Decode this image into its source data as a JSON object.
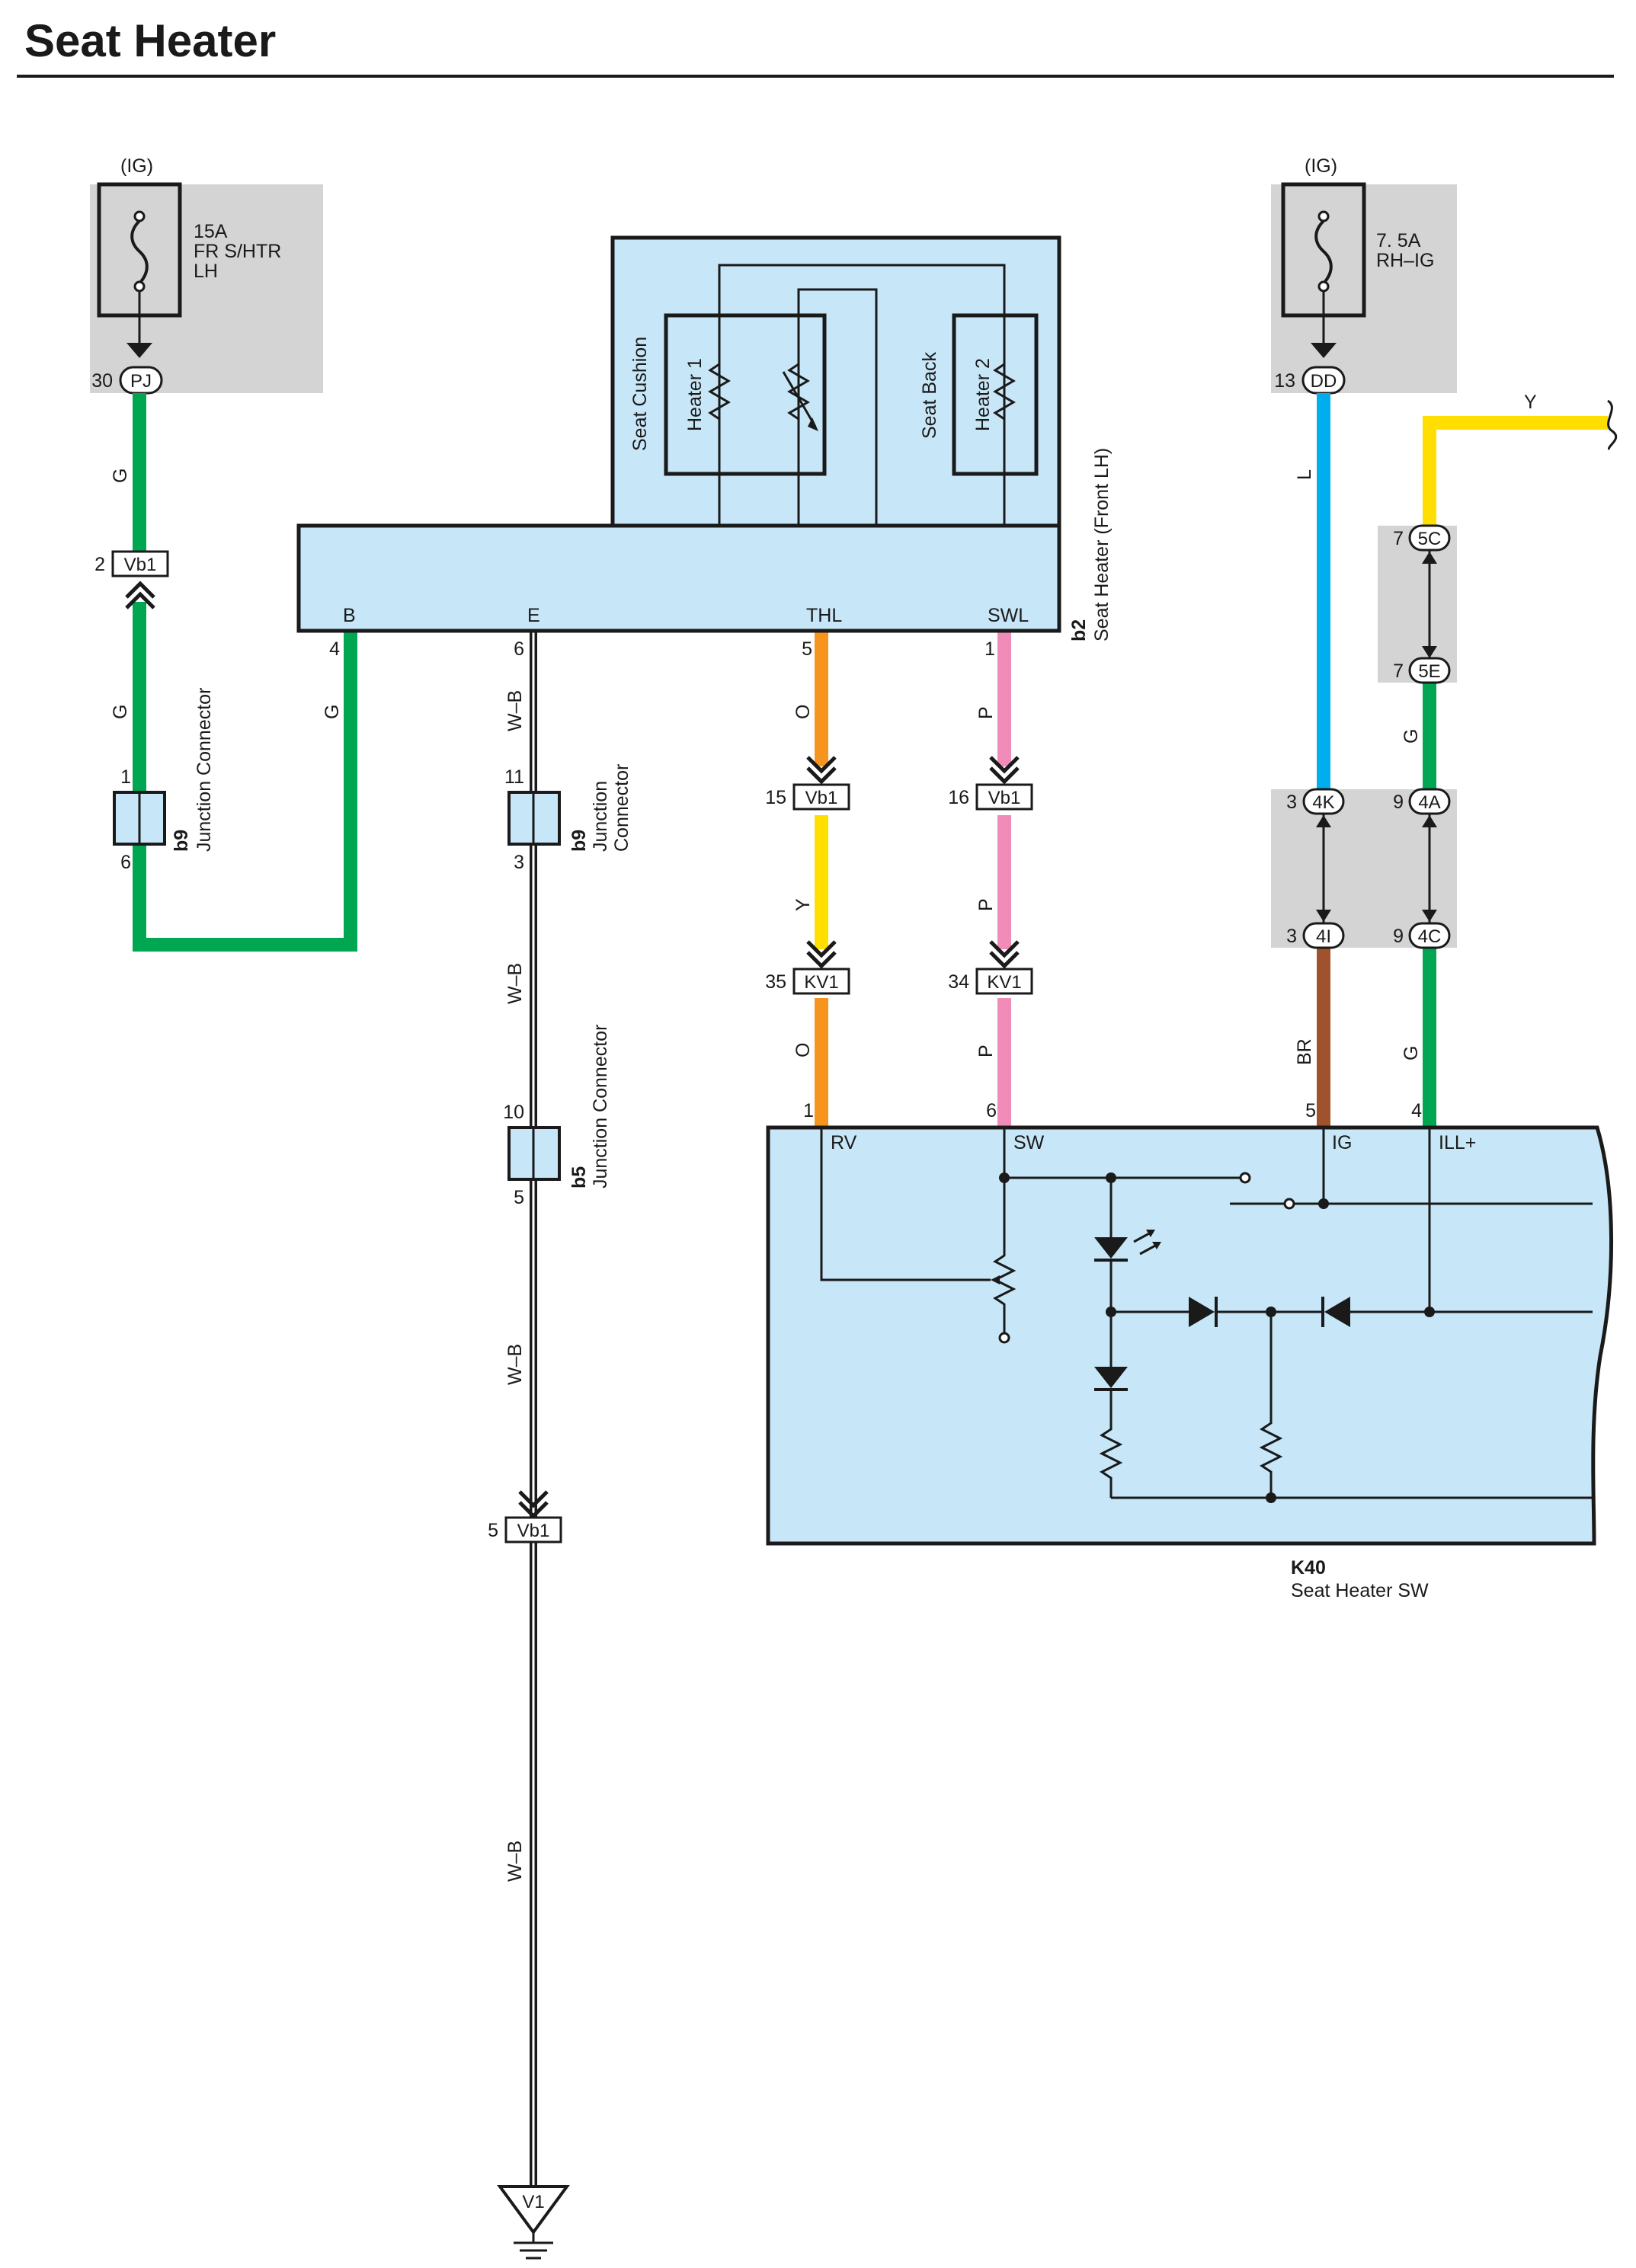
{
  "title": "Seat Heater",
  "colors": {
    "green": "#00a651",
    "blue": "#00aeef",
    "yellow": "#ffde00",
    "orange": "#f7941d",
    "pink": "#f08cb7",
    "brown": "#a0522d",
    "component_fill": "#c7e7f8",
    "connector_group_fill": "#d4d4d4"
  },
  "fuses": {
    "left": {
      "power": "(IG)",
      "rating": "15A",
      "name_line1": "FR S/HTR",
      "name_line2": "LH",
      "connector": "PJ",
      "pin": "30"
    },
    "right": {
      "power": "(IG)",
      "rating": "7. 5A",
      "name_line1": "RH–IG",
      "connector": "DD",
      "pin": "13"
    }
  },
  "seat_heater": {
    "code": "b2",
    "name": "Seat Heater (Front LH)",
    "cushion_label": "Seat Cushion",
    "back_label": "Seat Back",
    "heater1_label": "Heater 1",
    "heater2_label": "Heater 2",
    "terminals": [
      {
        "name": "B",
        "pin": "4"
      },
      {
        "name": "E",
        "pin": "6"
      },
      {
        "name": "THL",
        "pin": "5"
      },
      {
        "name": "SWL",
        "pin": "1"
      }
    ]
  },
  "switch": {
    "code": "K40",
    "name": "Seat Heater SW",
    "terminals": [
      {
        "name": "RV",
        "pin": "1"
      },
      {
        "name": "SW",
        "pin": "6"
      },
      {
        "name": "IG",
        "pin": "5"
      },
      {
        "name": "ILL+",
        "pin": "4"
      }
    ]
  },
  "junction_connectors": [
    {
      "code": "b9",
      "label": "Junction Connector",
      "pin_top": "1",
      "pin_bottom": "6"
    },
    {
      "code": "b9",
      "label_line1": "Junction",
      "label_line2": "Connector",
      "pin_top": "11",
      "pin_bottom": "3"
    },
    {
      "code": "b5",
      "label": "Junction Connector",
      "pin_top": "10",
      "pin_bottom": "5"
    }
  ],
  "inline_connectors": [
    {
      "name": "Vb1",
      "pin": "2"
    },
    {
      "name": "Vb1",
      "pin": "15"
    },
    {
      "name": "Vb1",
      "pin": "16"
    },
    {
      "name": "KV1",
      "pin": "35"
    },
    {
      "name": "KV1",
      "pin": "34"
    },
    {
      "name": "Vb1",
      "pin": "5"
    },
    {
      "name": "5C",
      "pin": "7"
    },
    {
      "name": "5E",
      "pin": "7"
    },
    {
      "name": "4K",
      "pin": "3"
    },
    {
      "name": "4I",
      "pin": "3"
    },
    {
      "name": "4A",
      "pin": "9"
    },
    {
      "name": "4C",
      "pin": "9"
    }
  ],
  "wire_colors": {
    "g": "G",
    "wb": "W–B",
    "o": "O",
    "p": "P",
    "y": "Y",
    "l": "L",
    "br": "BR"
  },
  "ground": "V1"
}
